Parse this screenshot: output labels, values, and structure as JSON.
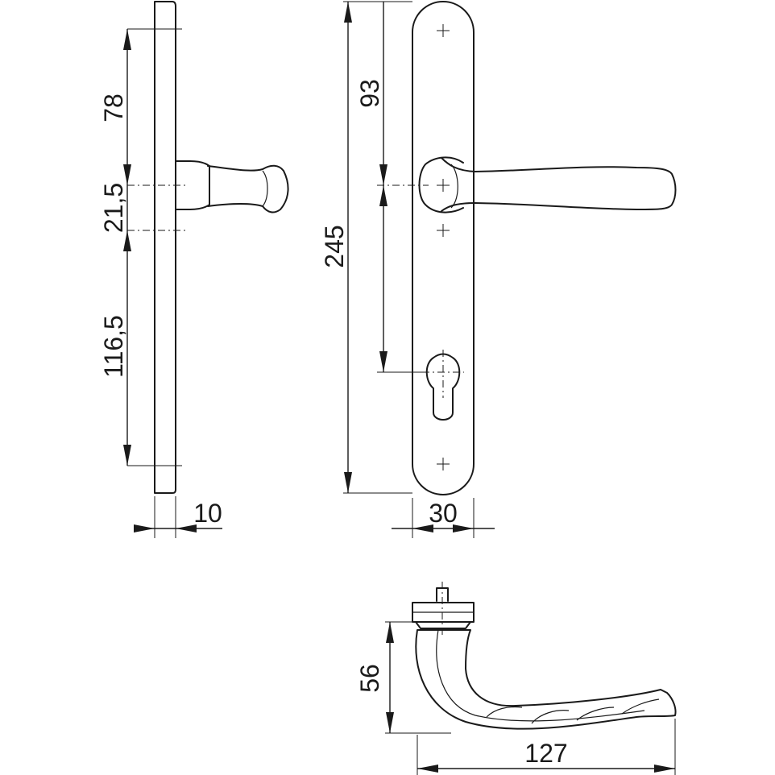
{
  "dimensions": {
    "side_upper": "78",
    "side_middle": "21,5",
    "side_lower": "116,5",
    "side_thickness": "10",
    "front_total_height": "245",
    "front_top_to_spindle": "93",
    "front_width": "30",
    "top_height": "56",
    "top_length": "127"
  }
}
